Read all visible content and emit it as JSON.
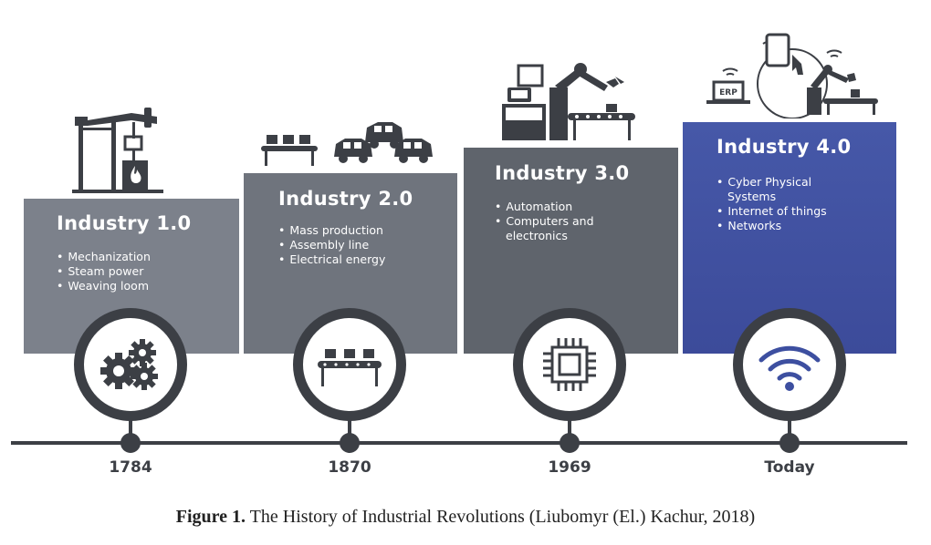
{
  "eras": [
    {
      "title": "Industry 1.0",
      "bullets": [
        "Mechanization",
        "Steam power",
        "Weaving loom"
      ],
      "year": "1784"
    },
    {
      "title": "Industry 2.0",
      "bullets": [
        "Mass production",
        "Assembly line",
        "Electrical energy"
      ],
      "year": "1870"
    },
    {
      "title": "Industry 3.0",
      "bullets": [
        "Automation",
        "Computers and",
        "electronics"
      ],
      "year": "1969"
    },
    {
      "title": "Industry 4.0",
      "bullets": [
        "Cyber Physical",
        "Systems",
        "Internet of things",
        "Networks"
      ],
      "year": "Today"
    }
  ],
  "erp_label": "ERP",
  "caption": {
    "label": "Figure 1.",
    "text": " The History of Industrial Revolutions (Liubomyr (El.) Kachur, 2018)"
  },
  "colors": {
    "panel_1": "#7c818b",
    "panel_2": "#6f747d",
    "panel_3": "#5f646c",
    "panel_4": "#4658a8",
    "dark": "#3c3f45",
    "wifi": "#3d4fa0"
  },
  "icons": [
    "steam-pump-icon",
    "conveyor-cars-icon",
    "robot-arm-computer-icon",
    "iot-network-icon",
    "gears-icon",
    "conveyor-icon",
    "chip-icon",
    "wifi-icon"
  ]
}
